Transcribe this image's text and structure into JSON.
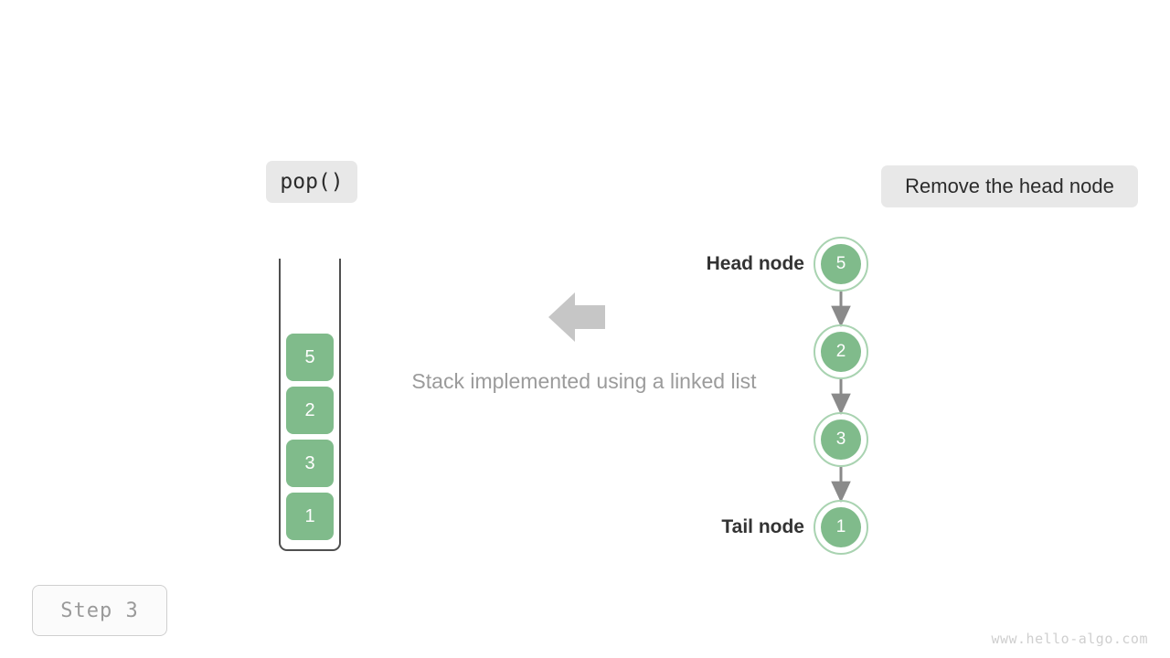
{
  "operation": {
    "label": "pop()"
  },
  "action": {
    "label": "Remove the head node"
  },
  "caption": {
    "text": "Stack implemented using a linked list"
  },
  "step": {
    "label": "Step 3"
  },
  "watermark": {
    "text": "www.hello-algo.com"
  },
  "colors": {
    "node_fill": "#80bb8b",
    "node_ring": "#a9d3b1",
    "pill_bg": "#e8e8e8",
    "arrow_gray": "#c6c6c6",
    "edge_gray": "#8a8a8a",
    "container_stroke": "#4f4f4f",
    "caption_text": "#9b9b9b",
    "step_text": "#9a9a9a",
    "watermark_text": "#cfcfcf"
  },
  "stack": {
    "orientation": "vertical-open-top",
    "cells": [
      {
        "value": "5"
      },
      {
        "value": "2"
      },
      {
        "value": "3"
      },
      {
        "value": "1"
      }
    ]
  },
  "linked_list": {
    "head_label": "Head node",
    "tail_label": "Tail node",
    "nodes": [
      {
        "value": "5",
        "role": "head"
      },
      {
        "value": "2",
        "role": "middle"
      },
      {
        "value": "3",
        "role": "middle"
      },
      {
        "value": "1",
        "role": "tail"
      }
    ]
  },
  "flow_arrow": {
    "direction": "left",
    "icon": "arrow-left-icon"
  }
}
